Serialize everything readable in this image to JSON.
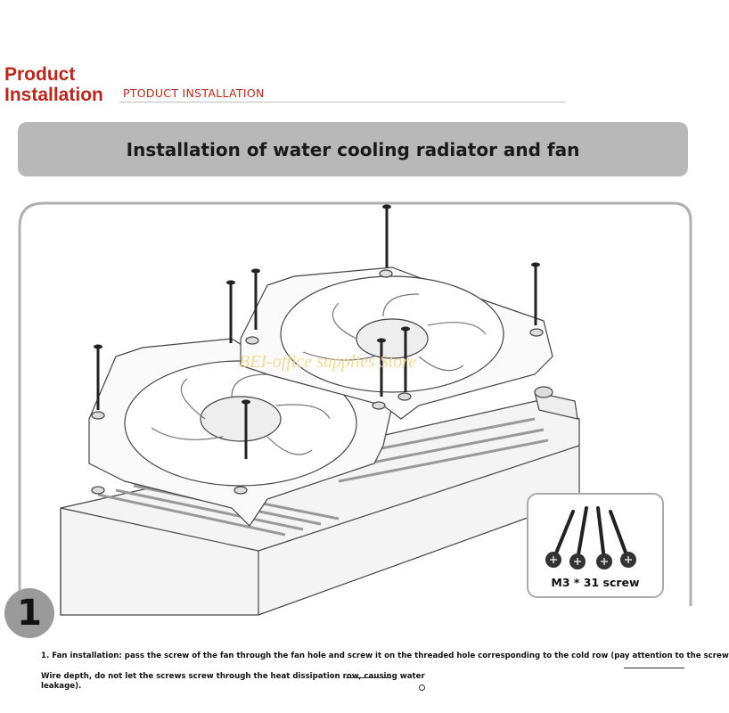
{
  "header": {
    "title_line1": "Product",
    "title_line2": "Installation",
    "subtitle": "PTODUCT INSTALLATION"
  },
  "banner": {
    "text": "Installation of water cooling radiator and fan"
  },
  "diagram": {
    "watermark": "BEI-office supplies Store",
    "screw_box_label": "M3 * 31 screw",
    "step_number": "1"
  },
  "instructions": {
    "line1": "1. Fan installation: pass the screw of the fan through the fan hole and screw it on the threaded hole corresponding to the cold row (pay attention to the screw",
    "line2": "Wire depth, do not let the screws screw through the heat dissipation row, causing water",
    "line3": "leakage)."
  },
  "colors": {
    "accent_red": "#b8281c",
    "banner_gray": "#b8b8b8",
    "frame_gray": "#b0b0b0"
  }
}
